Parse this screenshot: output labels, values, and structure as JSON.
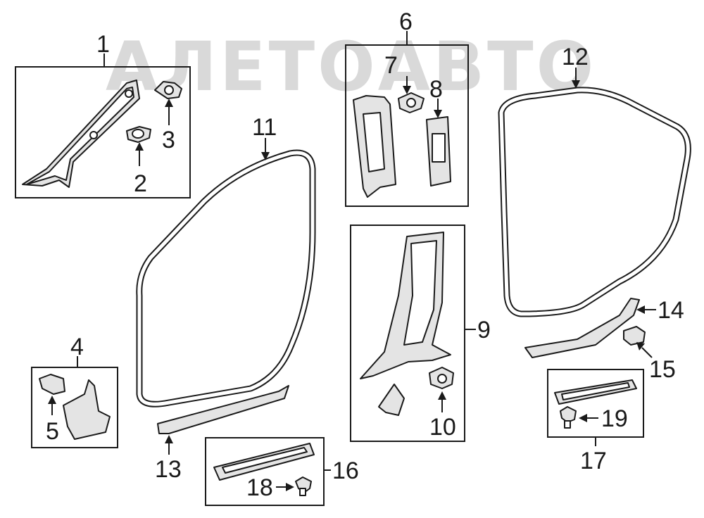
{
  "watermark": {
    "text": "АЛЕТОАВТО"
  },
  "callouts": {
    "c1": "1",
    "c2": "2",
    "c3": "3",
    "c4": "4",
    "c5": "5",
    "c6": "6",
    "c7": "7",
    "c8": "8",
    "c9": "9",
    "c10": "10",
    "c11": "11",
    "c12": "12",
    "c13": "13",
    "c14": "14",
    "c15": "15",
    "c16": "16",
    "c17": "17",
    "c18": "18",
    "c19": "19"
  }
}
